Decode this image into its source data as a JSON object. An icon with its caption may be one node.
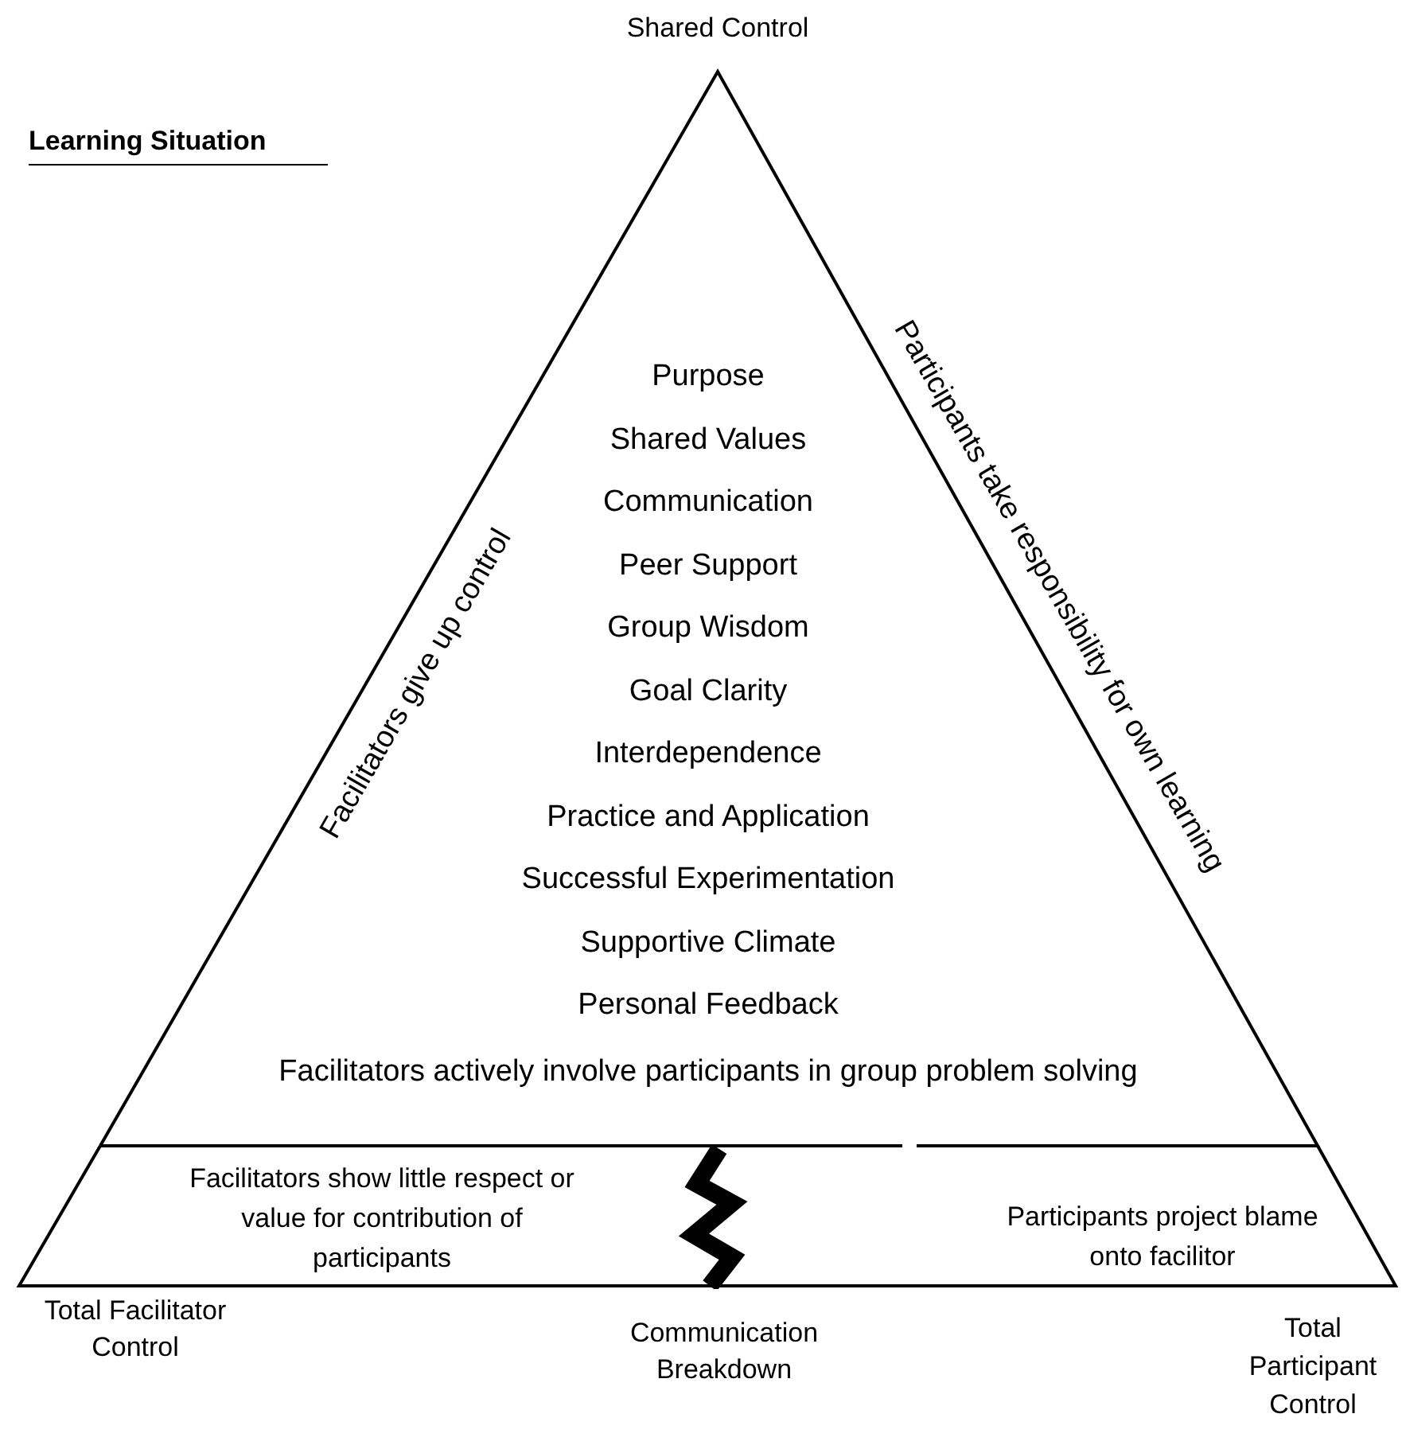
{
  "diagram": {
    "title": "Learning Situation",
    "nodes": [
      {
        "text": [
          "Purpose",
          "Shared Values",
          "Communication",
          "Peer Support",
          "Group Wisdom",
          "Goal Clarity",
          "Interdependence",
          "Practice and Application",
          "Successful Experimentation",
          "Supportive Climate",
          "Personal Feedback",
          "Facilitators actively involve participants in group problem solving"
        ]
      },
      {
        "text": [
          "Facilitators show little respect or value for contribution of participants"
        ]
      },
      {
        "text": [
          "Participants project blame onto facilitor"
        ]
      }
    ],
    "labels": [
      "Shared Control",
      "Facilitators give up control",
      "Participants take responsibility for own learning",
      "Total Facilitator Control",
      "Communication Breakdown",
      "Total Participant Control"
    ]
  }
}
